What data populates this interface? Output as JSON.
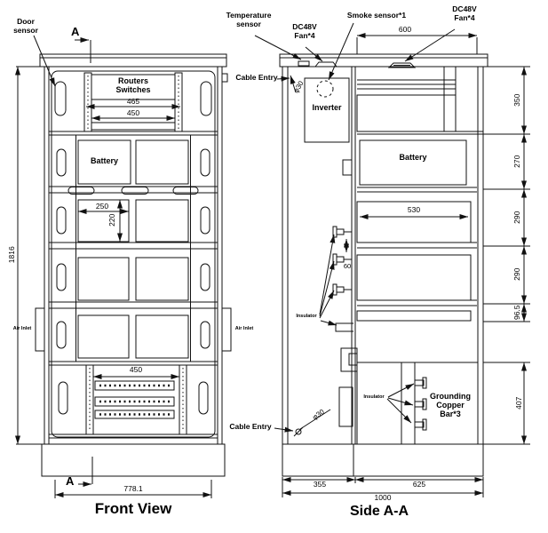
{
  "front_view": {
    "caption": "Front View",
    "section_marker": "A",
    "labels": {
      "door_sensor": "Door\nsensor",
      "routers_switches": "Routers\nSwitches",
      "battery": "Battery",
      "air_inlet_left": "Air Inlet",
      "air_inlet_right": "Air Inlet"
    },
    "dimensions": {
      "rack_width_outer": "465",
      "rack_width_inner": "450",
      "box_width": "250",
      "box_height": "220",
      "cabinet_height": "1816",
      "bottom_rack_width": "450",
      "cabinet_width": "778.1"
    }
  },
  "side_view": {
    "caption": "Side A-A",
    "labels": {
      "temperature_sensor": "Temperature\nsensor",
      "dc48v_fan_left": "DC48V\nFan*4",
      "smoke_sensor": "Smoke sensor*1",
      "dc48v_fan_right": "DC48V\nFan*4",
      "cable_entry_top": "Cable Entry",
      "cable_entry_bottom": "Cable Entry",
      "inverter": "Inverter",
      "battery": "Battery",
      "insulator_mid": "Insulator",
      "insulator_bottom": "Insulator",
      "grounding_bar": "Grounding\nCopper\nBar*3",
      "cable_hole_top": "φ30",
      "cable_hole_bottom": "φ30"
    },
    "dimensions": {
      "top_depth": "600",
      "sec_350": "350",
      "sec_270": "270",
      "sec_290a": "290",
      "sec_290b": "290",
      "sec_96_5": "96.5",
      "sec_407": "407",
      "shelf_depth": "530",
      "spacing_60": "60",
      "front_depth": "355",
      "rear_depth": "625",
      "total_depth": "1000"
    }
  }
}
